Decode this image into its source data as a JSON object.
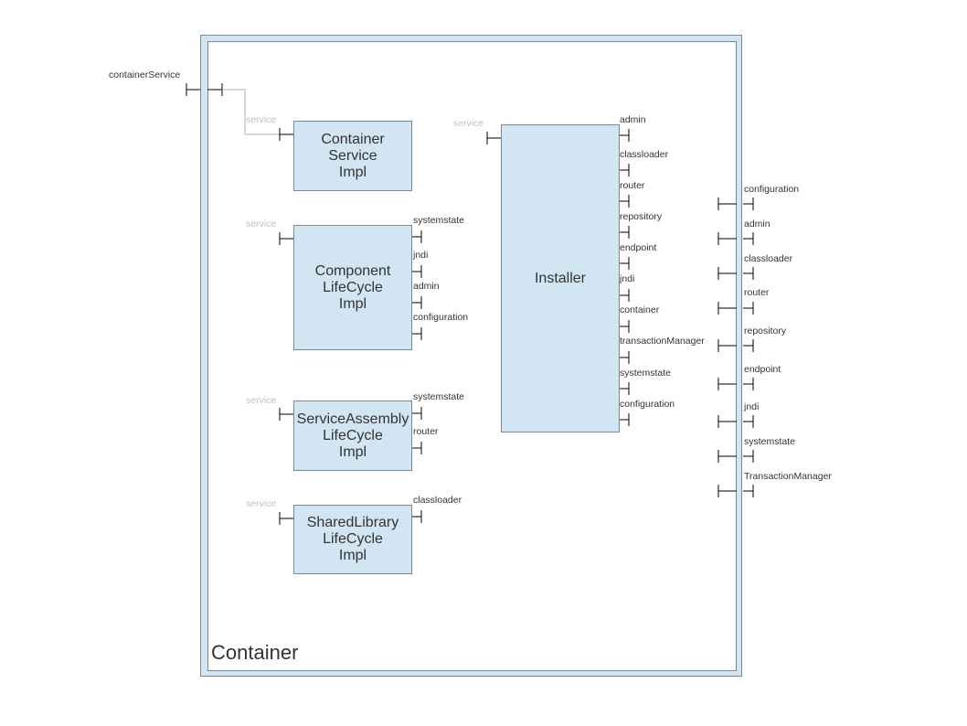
{
  "diagram": {
    "container": {
      "title": "Container",
      "external_port": "containerService"
    },
    "components": [
      {
        "id": "container-service-impl",
        "lines": [
          "Container",
          "Service",
          "Impl"
        ],
        "input_port": "service",
        "output_ports": []
      },
      {
        "id": "component-lifecycle-impl",
        "lines": [
          "Component",
          "LifeCycle",
          "Impl"
        ],
        "input_port": "service",
        "output_ports": [
          "systemstate",
          "jndi",
          "admin",
          "configuration"
        ]
      },
      {
        "id": "service-assembly-lifecycle-impl",
        "lines": [
          "ServiceAssembly",
          "LifeCycle",
          "Impl"
        ],
        "input_port": "service",
        "output_ports": [
          "systemstate",
          "router"
        ]
      },
      {
        "id": "shared-library-lifecycle-impl",
        "lines": [
          "SharedLibrary",
          "LifeCycle",
          "Impl"
        ],
        "input_port": "service",
        "output_ports": [
          "classloader"
        ]
      },
      {
        "id": "installer",
        "lines": [
          "Installer"
        ],
        "input_port": "service",
        "output_ports": [
          "admin",
          "classloader",
          "router",
          "repository",
          "endpoint",
          "jndi",
          "container",
          "transactionManager",
          "systemstate",
          "configuration"
        ]
      }
    ],
    "container_required_ports": [
      "configuration",
      "admin",
      "classloader",
      "router",
      "repository",
      "endpoint",
      "jndi",
      "systemstate",
      "TransactionManager"
    ]
  }
}
